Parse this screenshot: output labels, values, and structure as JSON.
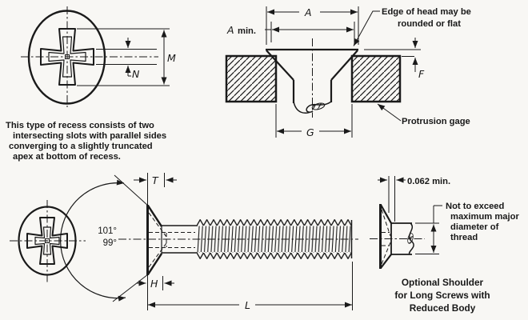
{
  "colors": {
    "ink": "#1a1a1a",
    "background": "#f8f7f4"
  },
  "recess_top": {
    "label_m": "M",
    "label_n": "N",
    "caption": [
      "This type of recess consists of two",
      "intersecting slots with parallel sides",
      "converging to a slightly truncated",
      "apex at bottom of recess."
    ]
  },
  "gage_view": {
    "label_a": "A",
    "label_min_suffix": "min.",
    "label_f": "F",
    "label_g": "G",
    "edge_note": [
      "Edge of head may be",
      "rounded or flat"
    ],
    "gage_label": "Protrusion gage"
  },
  "side_view": {
    "label_t": "T",
    "label_h": "H",
    "label_l": "L",
    "angle_upper": "101°",
    "angle_lower": "99°"
  },
  "shoulder_view": {
    "min_dim": "0.062 min.",
    "note": [
      "Not to exceed",
      "maximum major",
      "diameter of",
      "thread"
    ],
    "caption": [
      "Optional Shoulder",
      "for Long Screws with",
      "Reduced Body"
    ]
  }
}
